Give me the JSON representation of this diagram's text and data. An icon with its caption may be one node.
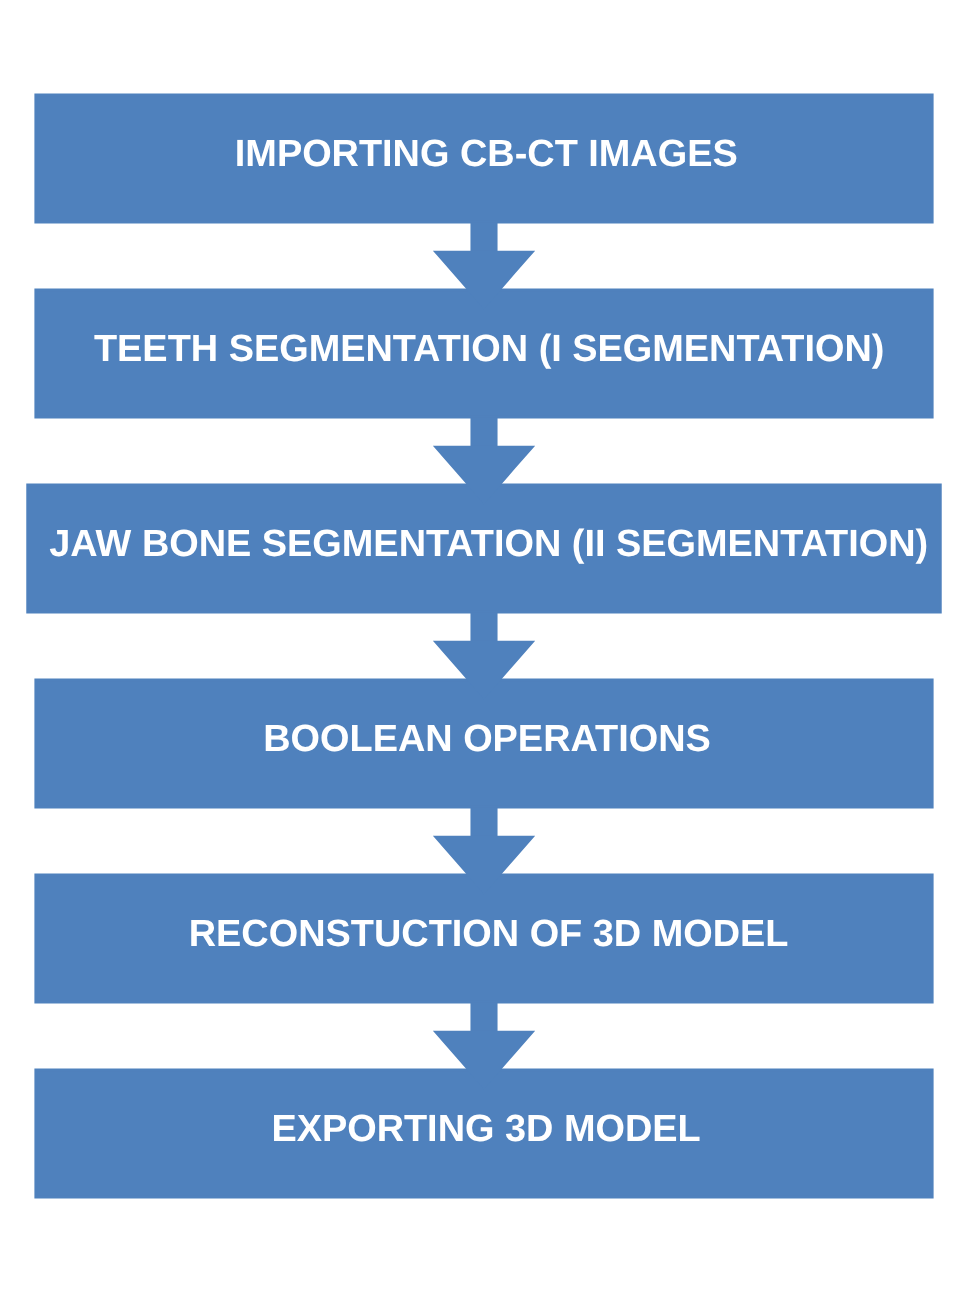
{
  "diagram": {
    "nodes": [
      {
        "text": [
          "IMPORTING CB-CT IMAGES"
        ]
      },
      {
        "text": [
          "TEETH SEGMENTATION (I SEGMENTATION)"
        ]
      },
      {
        "text": [
          "JAW BONE SEGMENTATION (II SEGMENTATION)"
        ]
      },
      {
        "text": [
          "BOOLEAN OPERATIONS"
        ]
      },
      {
        "text": [
          "RECONSTUCTION OF 3D MODEL"
        ]
      },
      {
        "text": [
          "EXPORTING 3D MODEL"
        ]
      }
    ],
    "edges": [
      {
        "from": 0,
        "to": 1,
        "arrow": "to"
      },
      {
        "from": 1,
        "to": 2,
        "arrow": "to"
      },
      {
        "from": 2,
        "to": 3,
        "arrow": "to"
      },
      {
        "from": 3,
        "to": 4,
        "arrow": "to"
      },
      {
        "from": 4,
        "to": 5,
        "arrow": "to"
      }
    ]
  }
}
